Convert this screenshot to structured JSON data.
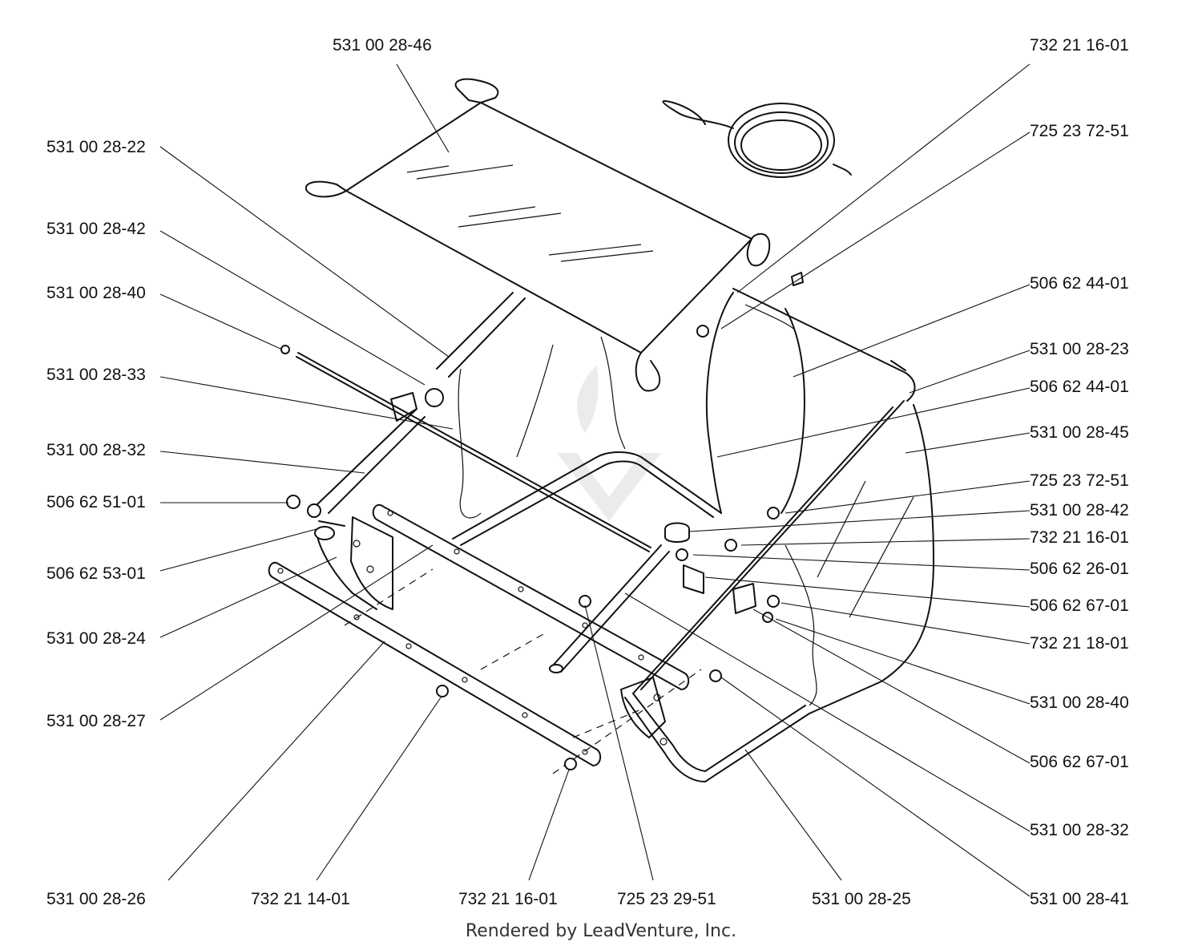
{
  "diagram": {
    "labels_left": [
      "531 00 28-22",
      "531 00 28-42",
      "531 00 28-40",
      "531 00 28-33",
      "531 00 28-32",
      "506 62 51-01",
      "506 62 53-01",
      "531 00 28-24",
      "531 00 28-27"
    ],
    "labels_right": [
      "732 21 16-01",
      "725 23 72-51",
      "506 62 44-01",
      "531 00 28-23",
      "506 62 44-01",
      "531 00 28-45",
      "725 23 72-51",
      "531 00 28-42",
      "732 21 16-01",
      "506 62 26-01",
      "506 62 67-01",
      "732 21 18-01",
      "531 00 28-40",
      "506 62 67-01",
      "531 00 28-32",
      "531 00 28-41"
    ],
    "labels_bottom": [
      "531 00 28-26",
      "732 21 14-01",
      "732 21 16-01",
      "725 23 29-51",
      "531 00 28-25"
    ],
    "label_top": "531 00 28-46",
    "footer": "Rendered by LeadVenture, Inc."
  }
}
